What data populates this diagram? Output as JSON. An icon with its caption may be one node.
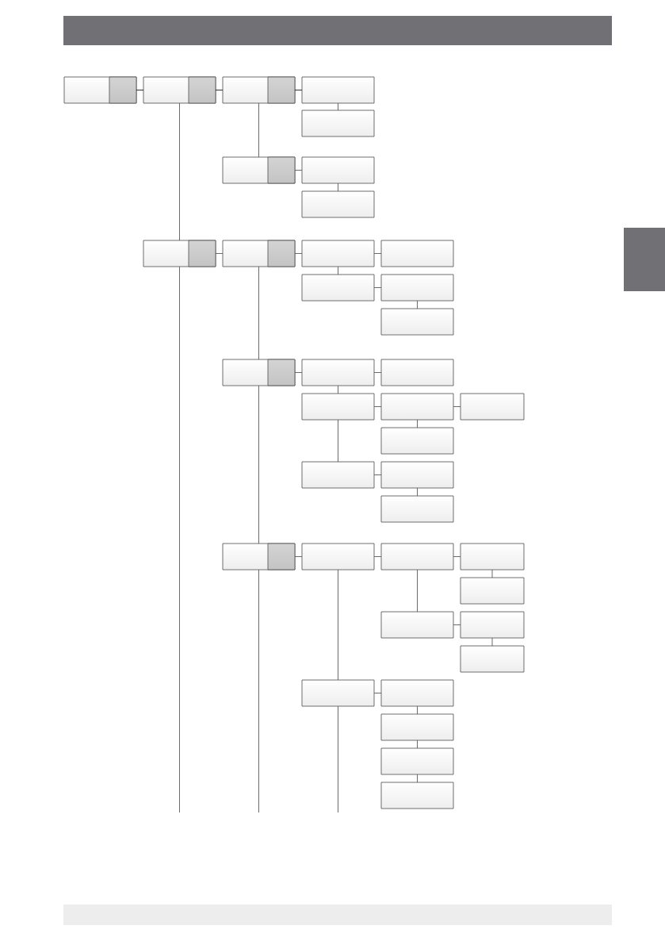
{
  "diagram": {
    "nodes": [
      {
        "text": [],
        "shape": "box"
      },
      {
        "text": [],
        "shape": "box"
      },
      {
        "text": [],
        "shape": "box"
      },
      {
        "text": [],
        "shape": "box"
      },
      {
        "text": [],
        "shape": "box"
      },
      {
        "text": [],
        "shape": "box"
      },
      {
        "text": [],
        "shape": "box"
      },
      {
        "text": [],
        "shape": "box"
      },
      {
        "text": [],
        "shape": "box"
      },
      {
        "text": [],
        "shape": "box"
      },
      {
        "text": [],
        "shape": "box"
      },
      {
        "text": [],
        "shape": "box"
      },
      {
        "text": [],
        "shape": "box"
      },
      {
        "text": [],
        "shape": "box"
      },
      {
        "text": [],
        "shape": "box"
      },
      {
        "text": [],
        "shape": "box"
      },
      {
        "text": [],
        "shape": "box"
      },
      {
        "text": [],
        "shape": "box"
      },
      {
        "text": [],
        "shape": "box"
      },
      {
        "text": [],
        "shape": "box"
      },
      {
        "text": [],
        "shape": "box"
      },
      {
        "text": [],
        "shape": "box"
      },
      {
        "text": [],
        "shape": "box"
      },
      {
        "text": [],
        "shape": "box"
      },
      {
        "text": [],
        "shape": "box"
      },
      {
        "text": [],
        "shape": "box"
      },
      {
        "text": [],
        "shape": "box"
      },
      {
        "text": [],
        "shape": "box"
      },
      {
        "text": [],
        "shape": "box"
      },
      {
        "text": [],
        "shape": "box"
      },
      {
        "text": [],
        "shape": "box"
      },
      {
        "text": [],
        "shape": "box"
      },
      {
        "text": [],
        "shape": "box"
      },
      {
        "text": [],
        "shape": "box"
      },
      {
        "text": [],
        "shape": "box"
      },
      {
        "text": [],
        "shape": "box"
      },
      {
        "text": [],
        "shape": "box"
      },
      {
        "text": [],
        "shape": "box"
      },
      {
        "text": [],
        "shape": "bar"
      }
    ],
    "edges": [
      {
        "from": 0,
        "to": 1,
        "arrow": "none",
        "color": "#1a1a1a"
      },
      {
        "from": 1,
        "to": 2,
        "arrow": "none",
        "color": "#1a1a1a"
      },
      {
        "from": 2,
        "to": 3,
        "arrow": "none",
        "color": "#1a1a1a"
      },
      {
        "from": 3,
        "to": 4,
        "arrow": "none"
      },
      {
        "from": 2,
        "to": 5,
        "arrow": "none"
      },
      {
        "from": 5,
        "to": 6,
        "arrow": "none"
      },
      {
        "from": 6,
        "to": 7,
        "arrow": "none"
      },
      {
        "from": 1,
        "to": 8,
        "arrow": "none"
      },
      {
        "from": 8,
        "to": null,
        "arrow": "none"
      },
      {
        "from": 8,
        "to": 9,
        "arrow": "none"
      },
      {
        "from": 9,
        "to": 10,
        "arrow": "none"
      },
      {
        "from": 10,
        "to": 11,
        "arrow": "none"
      },
      {
        "from": 10,
        "to": 12,
        "arrow": "none"
      },
      {
        "from": 12,
        "to": 13,
        "arrow": "none"
      },
      {
        "from": 13,
        "to": 14,
        "arrow": "none"
      },
      {
        "from": 9,
        "to": 15,
        "arrow": "none"
      },
      {
        "from": 15,
        "to": 16,
        "arrow": "none"
      },
      {
        "from": 16,
        "to": 17,
        "arrow": "none"
      },
      {
        "from": 16,
        "to": 18,
        "arrow": "none"
      },
      {
        "from": 18,
        "to": 19,
        "arrow": "none"
      },
      {
        "from": 19,
        "to": 20,
        "arrow": "none"
      },
      {
        "from": 19,
        "to": 21,
        "arrow": "none"
      },
      {
        "from": 18,
        "to": 22,
        "arrow": "none"
      },
      {
        "from": 22,
        "to": 23,
        "arrow": "none"
      },
      {
        "from": 23,
        "to": 24,
        "arrow": "none"
      },
      {
        "from": 15,
        "to": 25,
        "arrow": "none"
      },
      {
        "from": 25,
        "to": null,
        "arrow": "none"
      },
      {
        "from": 25,
        "to": 26,
        "arrow": "none"
      },
      {
        "from": 26,
        "to": 27,
        "arrow": "none"
      },
      {
        "from": 27,
        "to": 28,
        "arrow": "none"
      },
      {
        "from": 28,
        "to": 29,
        "arrow": "none"
      },
      {
        "from": 27,
        "to": 30,
        "arrow": "none"
      },
      {
        "from": 30,
        "to": 31,
        "arrow": "none"
      },
      {
        "from": 31,
        "to": 32,
        "arrow": "none"
      },
      {
        "from": 26,
        "to": 33,
        "arrow": "none"
      },
      {
        "from": 33,
        "to": null,
        "arrow": "none"
      },
      {
        "from": 33,
        "to": 34,
        "arrow": "none"
      },
      {
        "from": 34,
        "to": 35,
        "arrow": "none"
      },
      {
        "from": 35,
        "to": 36,
        "arrow": "none"
      },
      {
        "from": 36,
        "to": 37,
        "arrow": "none"
      }
    ]
  }
}
